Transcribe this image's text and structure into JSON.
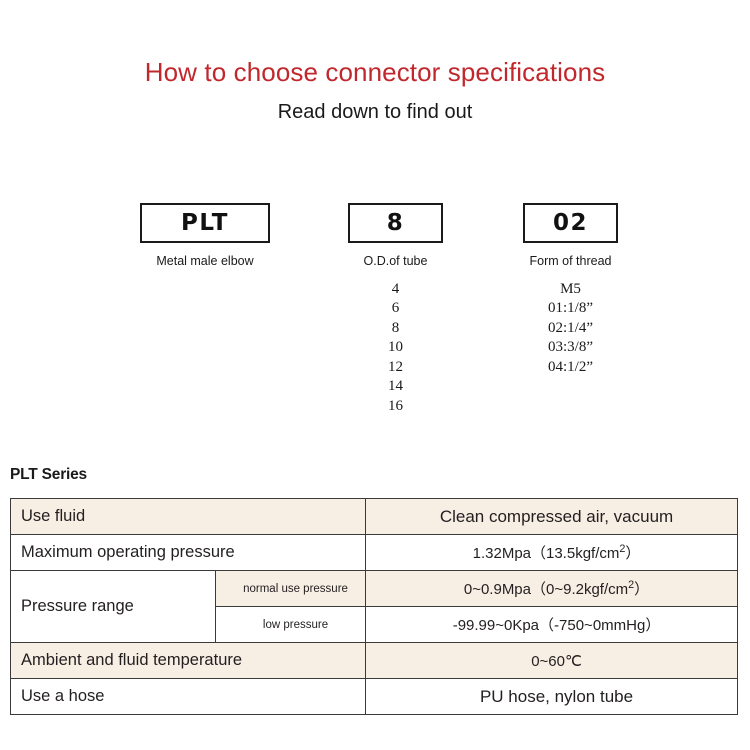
{
  "header": {
    "title": "How to choose connector specifications",
    "subtitle": "Read down to find out",
    "title_color": "#c0282d"
  },
  "code_builder": {
    "columns": [
      {
        "name": "series",
        "code": "PLT",
        "caption": "Metal male elbow",
        "options": []
      },
      {
        "name": "od-of-tube",
        "code": "8",
        "caption": "O.D.of tube",
        "options": [
          "4",
          "6",
          "8",
          "10",
          "12",
          "14",
          "16"
        ]
      },
      {
        "name": "form-of-thread",
        "code": "02",
        "caption": "Form of thread",
        "options": [
          "M5",
          "01:1/8”",
          "02:1/4”",
          "03:3/8”",
          "04:1/2”"
        ]
      }
    ]
  },
  "spec": {
    "heading": "PLT Series",
    "tint_color": "#f7eee4",
    "rows": [
      {
        "label": "Use fluid",
        "value": "Clean compressed air, vacuum",
        "tinted": true,
        "big": true
      },
      {
        "label": "Maximum operating pressure",
        "value_main": "1.32Mpa",
        "value_paren": "（13.5kgf/cm",
        "value_sup": "2",
        "value_close": "）",
        "tinted": false
      },
      {
        "label": "Pressure range",
        "sub_rows": [
          {
            "sublabel": "normal use pressure",
            "value_main": "0~0.9Mpa",
            "value_paren": "（0~9.2kgf/cm",
            "value_sup": "2",
            "value_close": "）",
            "tinted": true
          },
          {
            "sublabel": "low pressure",
            "value_main": "-99.99~0Kpa",
            "value_paren": "（-750~0mmHg）",
            "value_sup": "",
            "value_close": "",
            "tinted": false
          }
        ]
      },
      {
        "label": "Ambient and fluid temperature",
        "value": "0~60℃",
        "tinted": true,
        "big": false
      },
      {
        "label": "Use a hose",
        "value": "PU hose, nylon tube",
        "tinted": false,
        "big": true
      }
    ]
  }
}
